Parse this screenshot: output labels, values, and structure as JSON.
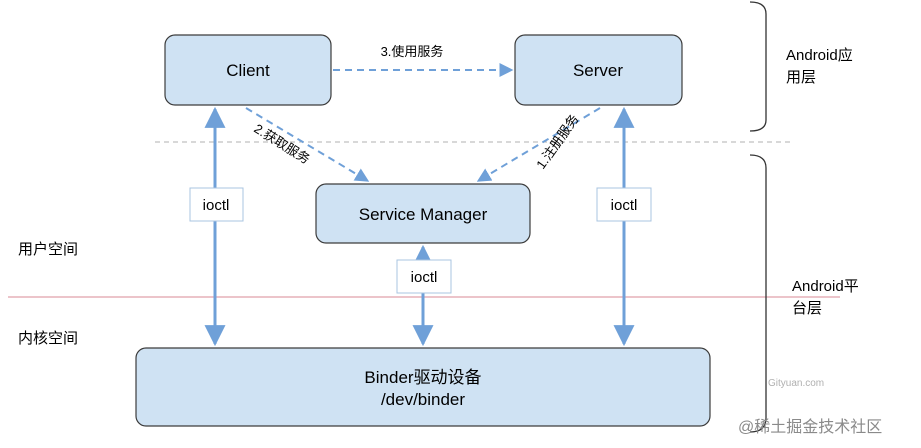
{
  "nodes": {
    "client": "Client",
    "server": "Server",
    "service_manager": "Service Manager",
    "binder_line1": "Binder驱动设备",
    "binder_line2": "/dev/binder"
  },
  "edges": {
    "use_service": "3.使用服务",
    "get_service": "2.获取服务",
    "register_service": "1.注册服务"
  },
  "ioctl_labels": {
    "left": "ioctl",
    "middle": "ioctl",
    "right": "ioctl"
  },
  "regions": {
    "user_space": "用户空间",
    "kernel_space": "内核空间"
  },
  "layers": {
    "android_app_line1": "Android应",
    "android_app_line2": "用层",
    "android_platform_line1": "Android平",
    "android_platform_line2": "台层"
  },
  "watermarks": {
    "gityuan": "Gityuan.com",
    "juejin": "@稀土掘金技术社区"
  },
  "colors": {
    "box_fill": "#cfe2f3",
    "box_stroke": "#3c3c3c",
    "arrow": "#6fa0d8",
    "separator_top": "#b0b0b0",
    "separator_kernel": "#e6b0b8"
  }
}
